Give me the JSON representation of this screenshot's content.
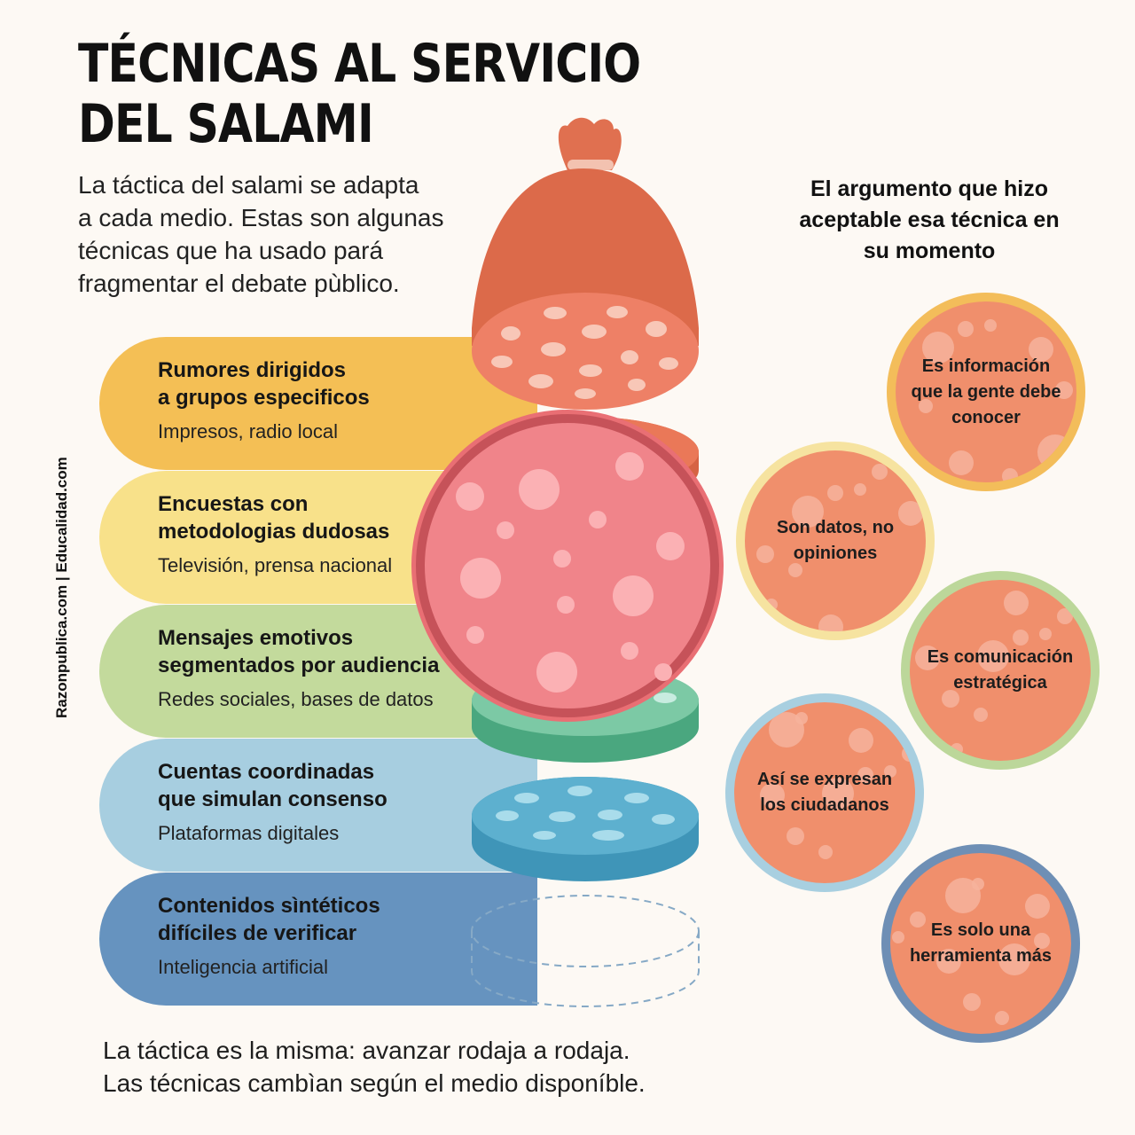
{
  "title": {
    "line1": "TÉCNICAS AL SERVICIO",
    "line2": "DEL SALAMI"
  },
  "intro": {
    "line1": "La táctica del salami se adapta",
    "line2": "a cada medio. Estas son algunas",
    "line3": "técnicas que ha usado pará",
    "line4": "fragmentar el debate pùblico."
  },
  "side_credit": "Razonpublica.com | Educalidad.com",
  "techniques": [
    {
      "line1": "Rumores dirigidos",
      "line2": "a grupos especificos",
      "medium": "Impresos, radio local",
      "color": "#f4bf55"
    },
    {
      "line1": "Encuestas con",
      "line2": "metodologias dudosas",
      "medium": "Televisión, prensa nacional",
      "color": "#f8e18a"
    },
    {
      "line1": "Mensajes emotivos",
      "line2": "segmentados por audiencia",
      "medium": "Redes sociales, bases de datos",
      "color": "#c3da9c"
    },
    {
      "line1": "Cuentas coordinadas",
      "line2": "que simulan consenso",
      "medium": "Plataformas digitales",
      "color": "#a7cee0"
    },
    {
      "line1": "Contenidos sìntéticos",
      "line2": "difíciles de verificar",
      "medium": "Inteligencia artificial",
      "color": "#6693bf"
    }
  ],
  "arguments_heading": {
    "line1": "El argumento que hizo",
    "line2": "aceptable esa técnica en",
    "line3": "su momento"
  },
  "arguments": [
    {
      "lines": [
        "Es información",
        "que la gente debe",
        "conocer"
      ],
      "ring": "#f3bd5a"
    },
    {
      "lines": [
        "Son datos, no",
        "opiniones"
      ],
      "ring": "#f6e3a0"
    },
    {
      "lines": [
        "Es comunicación",
        "estratégica"
      ],
      "ring": "#bcd79a"
    },
    {
      "lines": [
        "Así se expresan",
        "los ciudadanos"
      ],
      "ring": "#a8cfe0"
    },
    {
      "lines": [
        "Es solo una",
        "herramienta más"
      ],
      "ring": "#6e8fb5"
    }
  ],
  "footer": {
    "line1": "La táctica es la misma: avanzar rodaja a rodaja.",
    "line2": "Las técnicas cambìan según el medio disponíble."
  }
}
